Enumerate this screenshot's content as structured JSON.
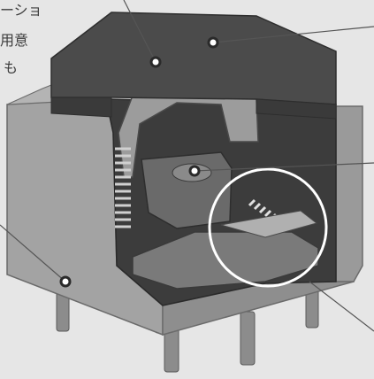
{
  "caption_lines": [
    "ーショ",
    "用意",
    "も"
  ],
  "colors": {
    "background": "#e6e6e6",
    "housing_top": "#4a4a4a",
    "housing_side": "#8e8e8e",
    "housing_front": "#a6a6a6",
    "interior_dark": "#3a3a3a",
    "leader_line": "#555555",
    "marker_fill": "#ffffff"
  },
  "markers": [
    "housing-top-marker",
    "inner-top-marker",
    "contact-marker",
    "base-marker"
  ],
  "callouts": [
    "top-right-callout",
    "middle-right-callout",
    "bottom-right-callout",
    "top-left-callout",
    "left-callout"
  ],
  "detail_circle": "contact-detail-circle"
}
